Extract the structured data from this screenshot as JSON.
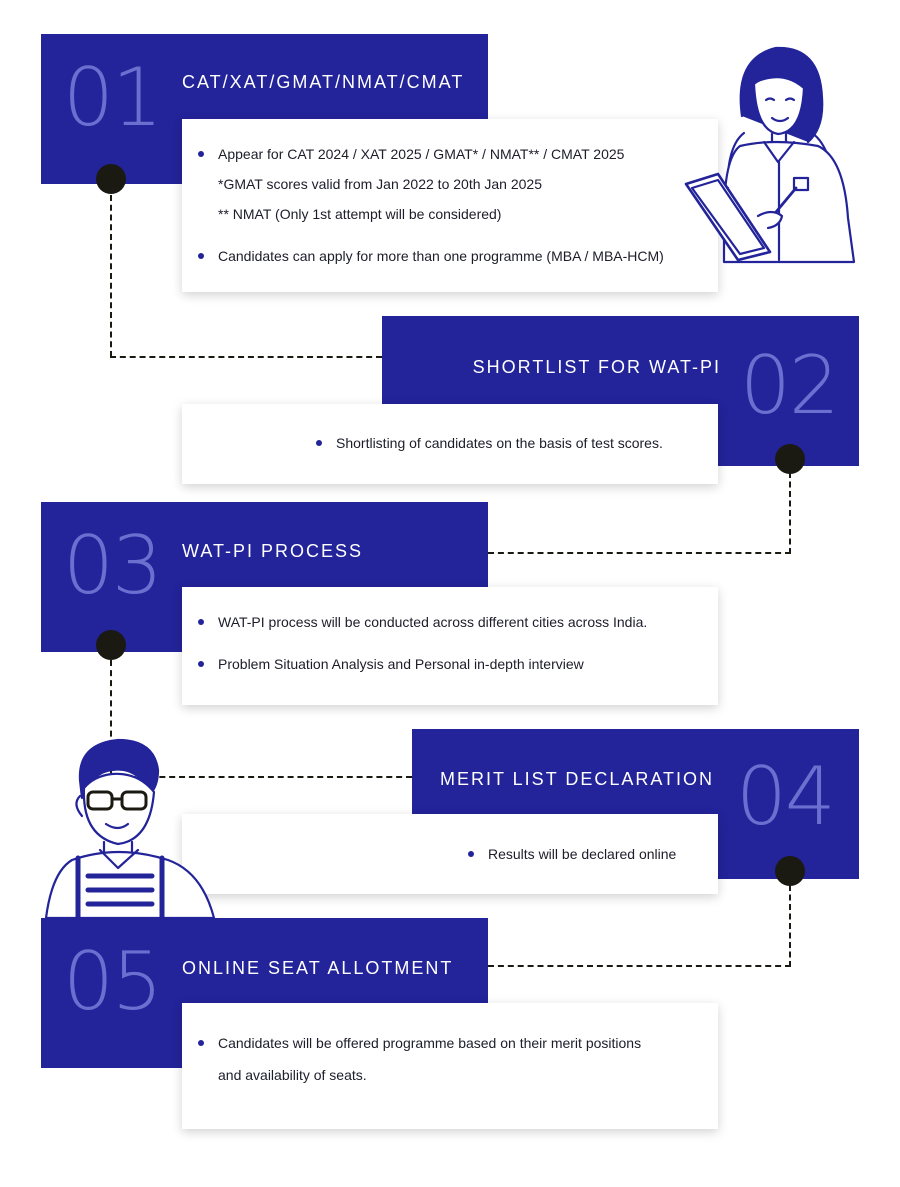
{
  "steps": [
    {
      "number": "01",
      "title": "CAT/XAT/GMAT/NMAT/CMAT",
      "points": [
        "Appear for CAT 2024 / XAT 2025 / GMAT* / NMAT** / CMAT 2025",
        "*GMAT scores valid from Jan 2022 to 20th Jan 2025",
        "** NMAT (Only 1st attempt will be considered)",
        "Candidates can apply for more than one programme (MBA / MBA-HCM)"
      ]
    },
    {
      "number": "02",
      "title": "SHORTLIST FOR WAT-PI",
      "points": [
        "Shortlisting of candidates on the basis of test scores."
      ]
    },
    {
      "number": "03",
      "title": "WAT-PI PROCESS",
      "points": [
        "WAT-PI process will be conducted across different cities across India.",
        "Problem Situation Analysis and Personal in-depth interview"
      ]
    },
    {
      "number": "04",
      "title": "MERIT LIST DECLARATION",
      "points": [
        "Results will be declared online"
      ]
    },
    {
      "number": "05",
      "title": "ONLINE SEAT ALLOTMENT",
      "points": [
        "Candidates will be offered programme based on their merit positions",
        "and availability of seats."
      ]
    }
  ],
  "colors": {
    "block": "#23239a",
    "number": "#6b6fd0",
    "connector": "#1b1a12"
  },
  "icons": [
    "female-student-illustration",
    "male-student-illustration"
  ]
}
